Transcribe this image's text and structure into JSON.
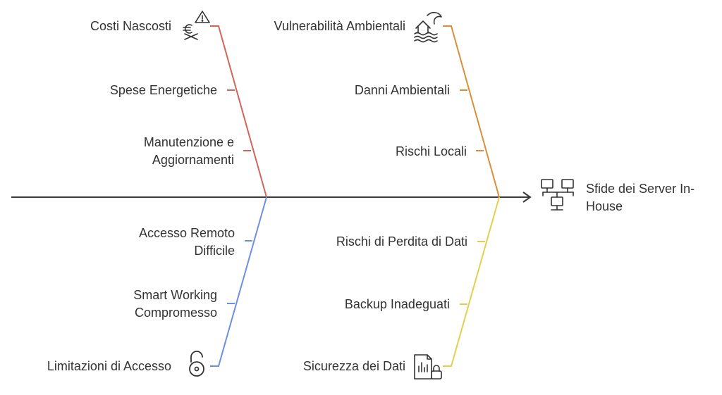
{
  "effect": {
    "label": "Sfide dei Server In-House",
    "icon": "server-network-icon"
  },
  "categories": [
    {
      "title": "Costi Nascosti",
      "icon": "hidden-cost-warning-icon",
      "color": "#d0655a",
      "causes": [
        "Spese Energetiche",
        "Manutenzione e Aggiornamenti"
      ]
    },
    {
      "title": "Vulnerabilità Ambientali",
      "icon": "flood-house-icon",
      "color": "#d98f3a",
      "causes": [
        "Danni Ambientali",
        "Rischi Locali"
      ]
    },
    {
      "title": "Limitazioni di Accesso",
      "icon": "padlock-icon",
      "color": "#6e8fe0",
      "causes": [
        "Accesso Remoto Difficile",
        "Smart Working Compromesso"
      ]
    },
    {
      "title": "Sicurezza dei Dati",
      "icon": "secure-data-file-icon",
      "color": "#e3cf4f",
      "causes": [
        "Rischi di Perdita di Dati",
        "Backup Inadeguati"
      ]
    }
  ],
  "spine_color": "#3a3a3a"
}
